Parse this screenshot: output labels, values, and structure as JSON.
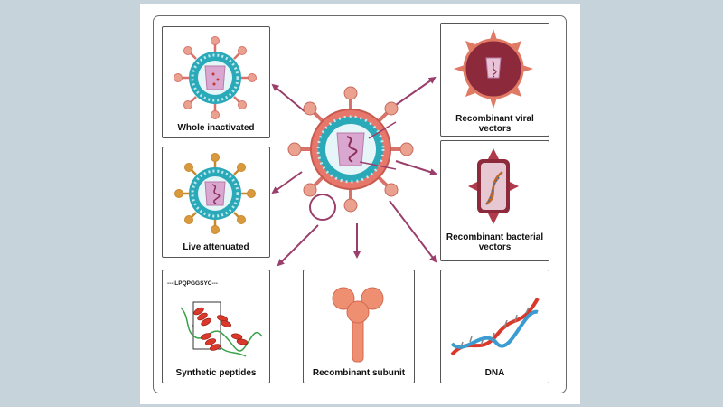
{
  "panels": {
    "whole_inactivated": "Whole inactivated",
    "live_attenuated": "Live attenuated",
    "synthetic_peptides": "Synthetic peptides",
    "recombinant_subunit": "Recombinant subunit",
    "dna": "DNA",
    "recombinant_bacterial_vectors": "Recombinant bacterial\nvectors",
    "recombinant_viral_vectors": "Recombinant viral\nvectors"
  },
  "peptide_sequence": "---ILPQPGGSYC---",
  "colors": {
    "background": "#c6d3db",
    "arrow": "#9a3f6b",
    "virus_shell": "#d7736a",
    "spike": "#e9a08c",
    "bead": "#2aa9b8",
    "core": "#d9a7cf",
    "helix_red": "#d9382b"
  }
}
